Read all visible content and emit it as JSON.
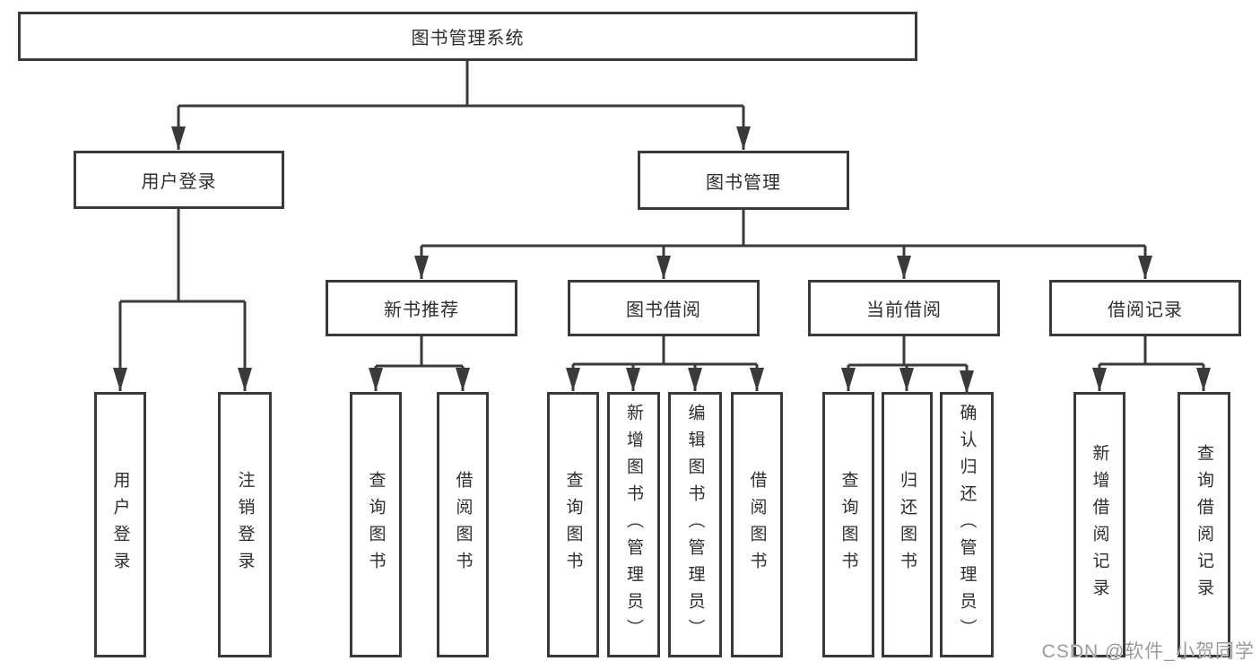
{
  "tree": {
    "label": "图书管理系统",
    "children": [
      {
        "label": "用户登录",
        "children": [
          {
            "label": "用户登录"
          },
          {
            "label": "注销登录"
          }
        ]
      },
      {
        "label": "图书管理",
        "children": [
          {
            "label": "新书推荐",
            "children": [
              {
                "label": "查询图书"
              },
              {
                "label": "借阅图书"
              }
            ]
          },
          {
            "label": "图书借阅",
            "children": [
              {
                "label": "查询图书"
              },
              {
                "label": "新增图书（管理员）"
              },
              {
                "label": "编辑图书（管理员）"
              },
              {
                "label": "借阅图书"
              }
            ]
          },
          {
            "label": "当前借阅",
            "children": [
              {
                "label": "查询图书"
              },
              {
                "label": "归还图书"
              },
              {
                "label": "确认归还（管理员）"
              }
            ]
          },
          {
            "label": "借阅记录",
            "children": [
              {
                "label": "新增借阅记录"
              },
              {
                "label": "查询借阅记录"
              }
            ]
          }
        ]
      }
    ]
  },
  "watermark": "CSDN @软件_小贺同学",
  "colors": {
    "line": "#3a3a3a",
    "text": "#2e2e2e",
    "watermark": "#9b9b9b",
    "background": "#ffffff"
  }
}
